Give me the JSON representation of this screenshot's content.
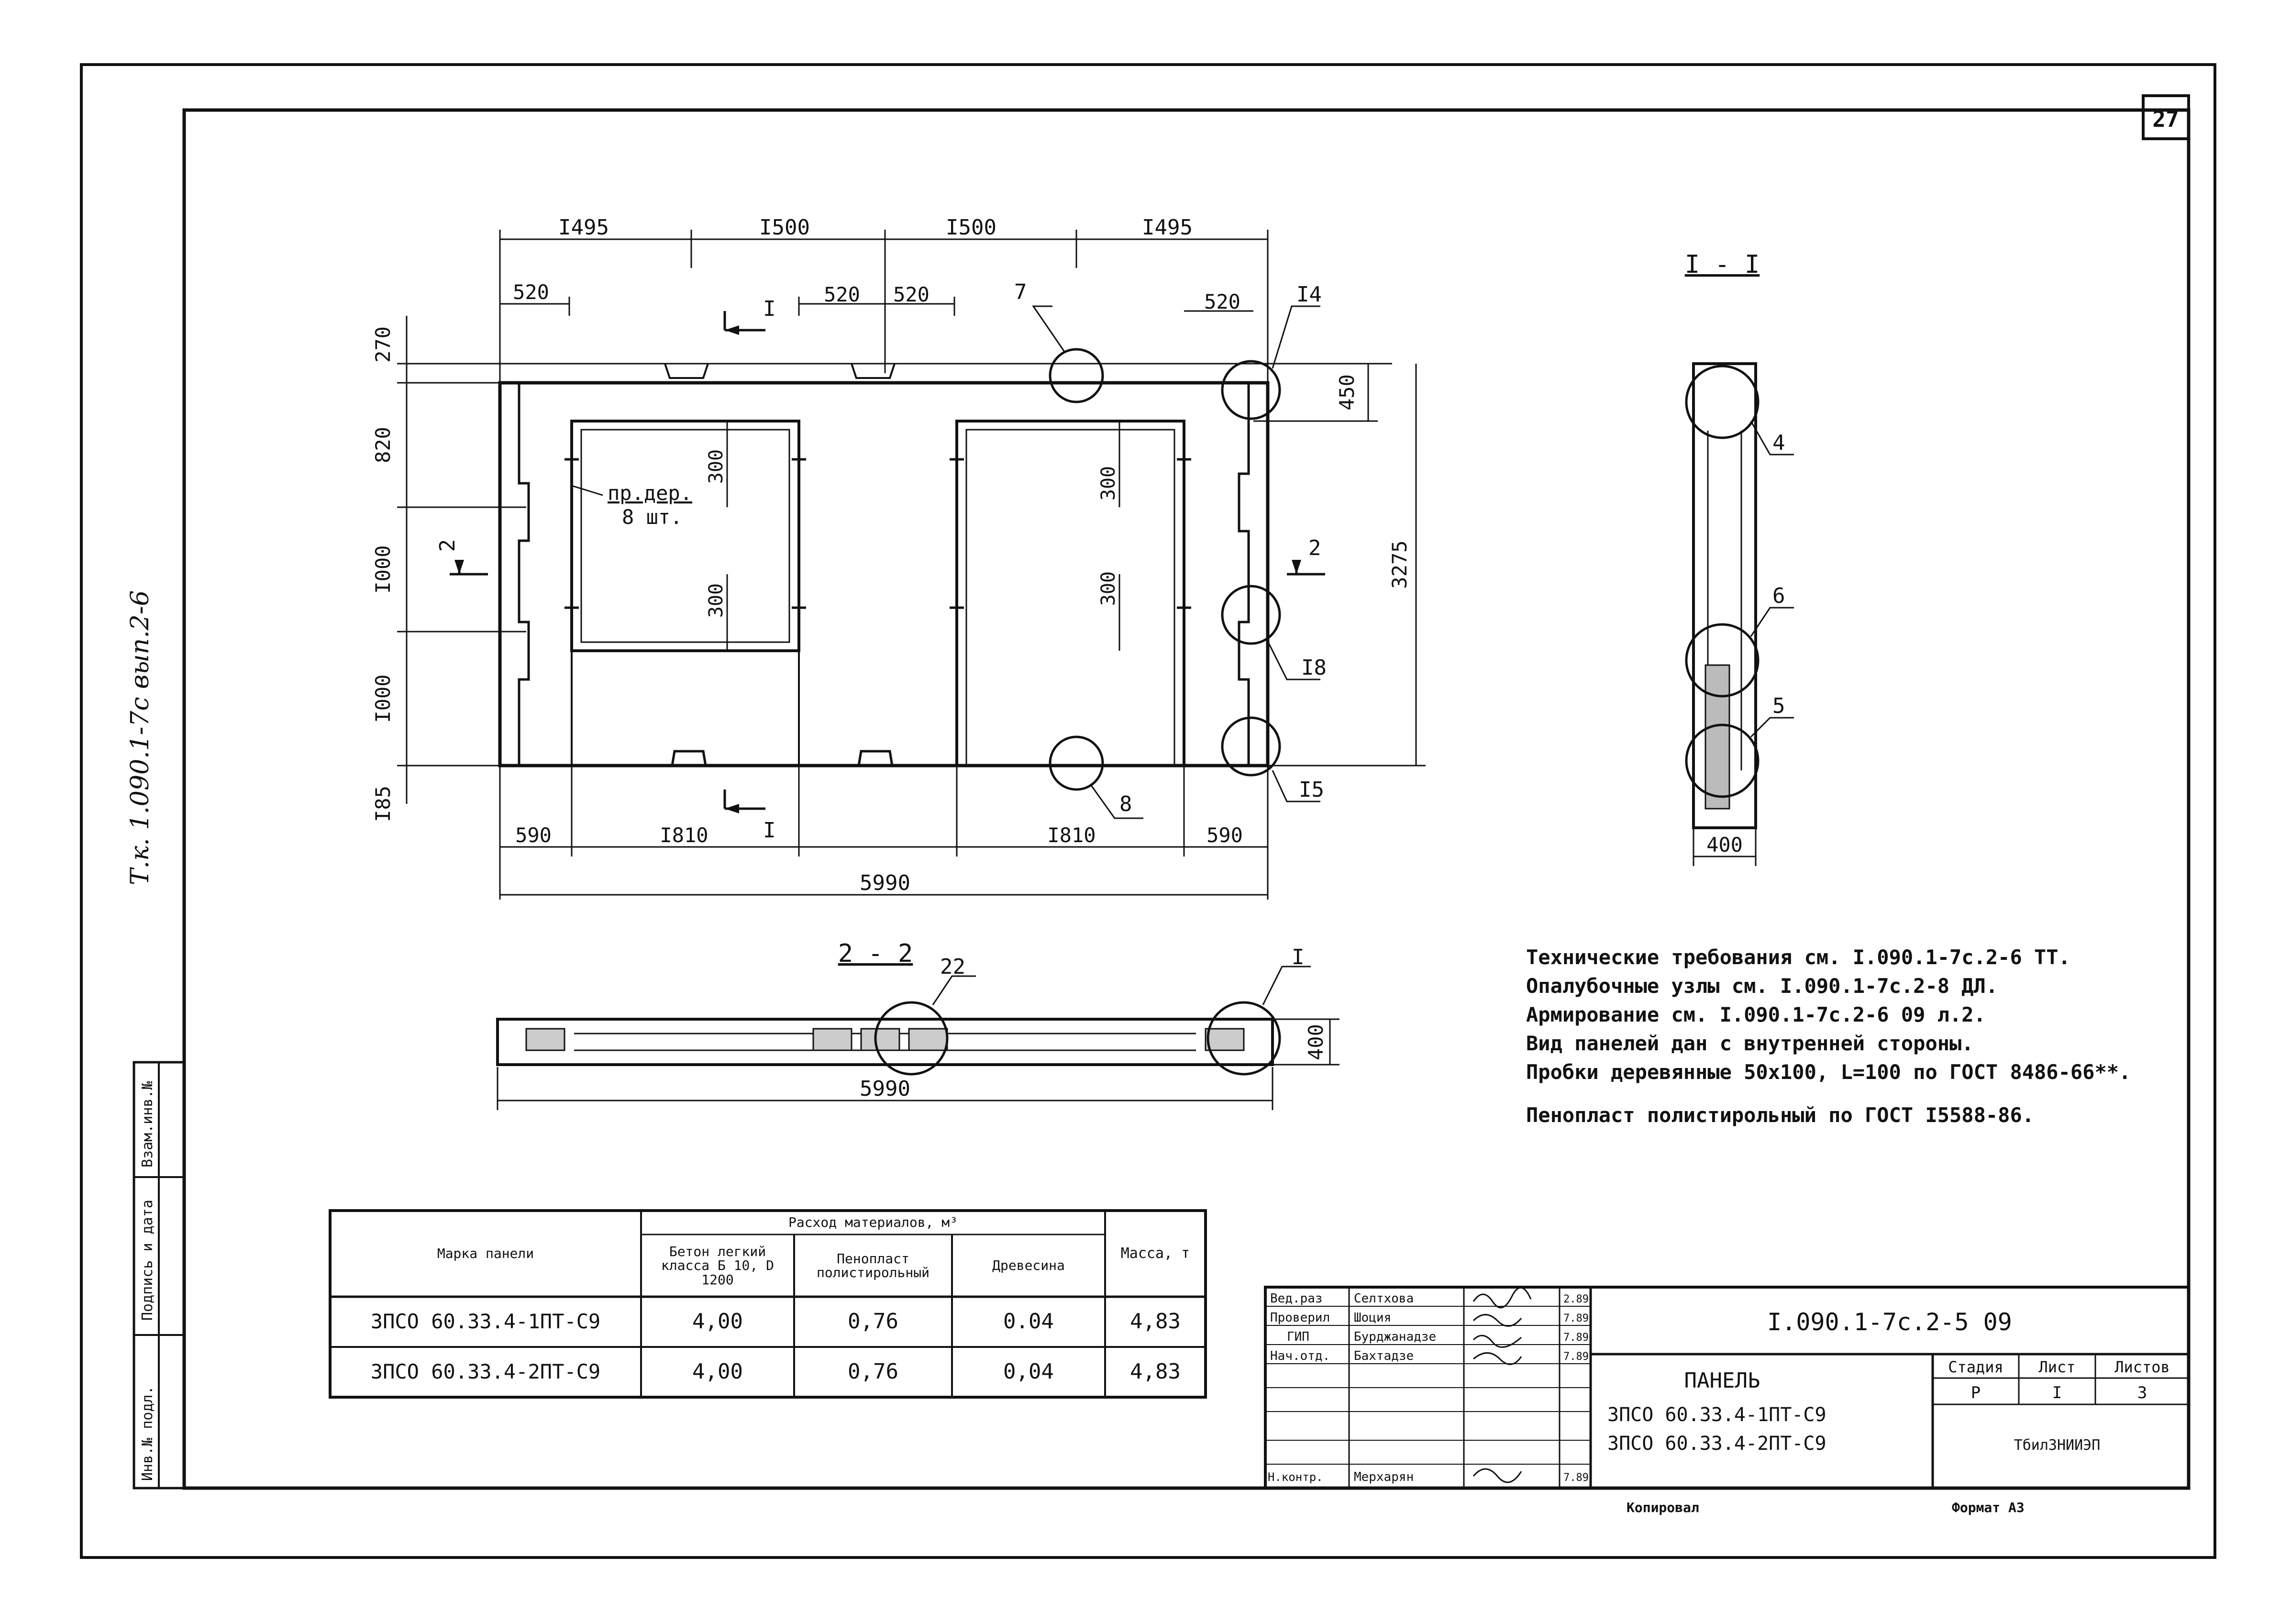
{
  "sheet_number": "27",
  "side_stamp": "Т.к. 1.090.1-7с вып.2-6",
  "left_strip": {
    "inv_no": "Инв.№ подл.",
    "sign_date": "Подпись и дата",
    "inv_replace": "Взам.инв.№"
  },
  "main_view": {
    "dims_top": [
      "I495",
      "I500",
      "I500",
      "I495"
    ],
    "dims_sub": [
      "520",
      "520",
      "520",
      "520"
    ],
    "dims_left": [
      "270",
      "820",
      "I000",
      "I000",
      "I85"
    ],
    "dims_right_450": "450",
    "dims_right_3275": "3275",
    "dims_inner": [
      "300",
      "300",
      "300",
      "300"
    ],
    "dims_bottom": [
      "590",
      "I810",
      "I810",
      "590"
    ],
    "total_length": "5990",
    "plug_note_line1": "пр.дер.",
    "plug_note_line2": "8 шт.",
    "section_mark": "I",
    "section2_mark": "2",
    "callouts": [
      "7",
      "I4",
      "I8",
      "8",
      "I5"
    ]
  },
  "section_11": {
    "title": "I - I",
    "callouts": [
      "4",
      "6",
      "5"
    ],
    "width_dim": "400"
  },
  "section_22": {
    "title": "2 - 2",
    "callouts": [
      "22",
      "I"
    ],
    "height_dim": "400",
    "length_dim": "5990"
  },
  "notes": [
    "Технические требования см. I.090.1-7с.2-6 ТТ.",
    "Опалубочные узлы см. I.090.1-7с.2-8 ДЛ.",
    "Армирование см. I.090.1-7с.2-6 09 л.2.",
    "Вид панелей дан с внутренней стороны.",
    "Пробки деревянные 50х100, L=100 по ГОСТ 8486-66**.",
    "Пенопласт полистирольный по ГОСТ I5588-86."
  ],
  "materials_table": {
    "col_mark": "Марка панели",
    "group_header": "Расход материалов, м³",
    "col_concrete": "Бетон легкий класса Б 10, D 1200",
    "col_foam": "Пенопласт полистирольный",
    "col_wood": "Древесина",
    "col_mass": "Масса, т",
    "rows": [
      {
        "mark": "ЗПСО 60.33.4-1ПТ-С9",
        "concrete": "4,00",
        "foam": "0,76",
        "wood": "0.04",
        "mass": "4,83"
      },
      {
        "mark": "ЗПСО 60.33.4-2ПТ-С9",
        "concrete": "4,00",
        "foam": "0,76",
        "wood": "0,04",
        "mass": "4,83"
      }
    ]
  },
  "title_block": {
    "doc_code": "I.090.1-7с.2-5 09",
    "roles": [
      {
        "role": "Вед.раз",
        "name": "Селтхова",
        "date": "2.89"
      },
      {
        "role": "Проверил",
        "name": "Шоция",
        "date": "7.89"
      },
      {
        "role": "ГИП",
        "name": "Бурджанадзе",
        "date": "7.89"
      },
      {
        "role": "Нач.отд.",
        "name": "Бахтадзе",
        "date": "7.89"
      },
      {
        "role": "Н.контр.",
        "name": "Мерхарян",
        "date": "7.89"
      }
    ],
    "product_title": "ПАНЕЛЬ",
    "product_line1": "ЗПСО 60.33.4-1ПТ-С9",
    "product_line2": "ЗПСО 60.33.4-2ПТ-С9",
    "stage_label": "Стадия",
    "sheet_label": "Лист",
    "sheets_label": "Листов",
    "stage": "Р",
    "sheet": "I",
    "sheets": "3",
    "organization": "ТбилЗНИИЭП",
    "copied": "Копировал",
    "format": "Формат А3"
  }
}
